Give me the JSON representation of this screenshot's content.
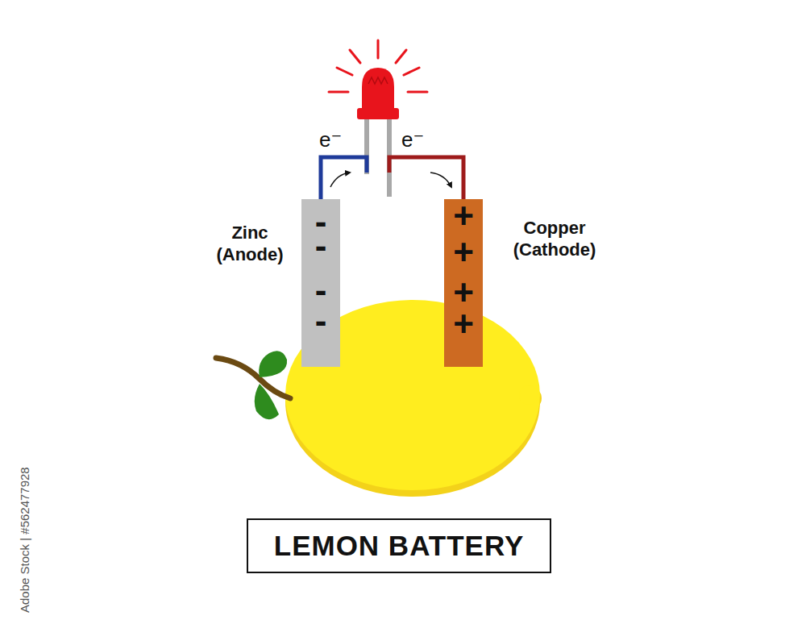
{
  "diagram": {
    "title": "LEMON BATTERY",
    "nodes": [
      {
        "text": [
          "Zinc (Anode)",
          "-",
          "-",
          "-",
          "-"
        ]
      },
      {
        "text": [
          "Copper (Cathode)",
          "+",
          "+",
          "+",
          "+"
        ]
      }
    ],
    "edges": [
      {
        "from": 0,
        "to": 1,
        "arrow": "none"
      }
    ],
    "labels": [
      "e⁻",
      "e⁻",
      "Adobe Stock | #562477928"
    ]
  }
}
